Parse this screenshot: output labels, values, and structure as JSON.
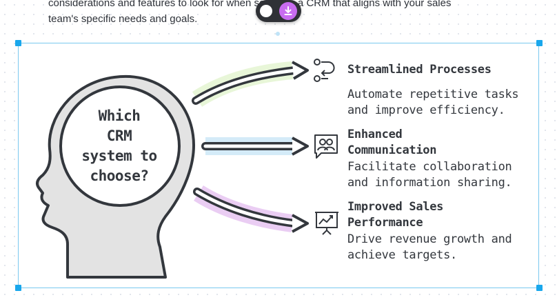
{
  "document": {
    "line1": "considerations and features to look for when selecting a CRM that aligns with your sales",
    "line2": "team's specific needs and goals."
  },
  "toolbar": {
    "toggle_icon": "toggle-knob-icon",
    "download_icon": "download-icon",
    "download_color": "#c86cf0"
  },
  "infographic": {
    "center_question": [
      "Which",
      "CRM",
      "system to",
      "choose?"
    ],
    "items": [
      {
        "title": "Streamlined Processes",
        "title_lines": [
          "Streamlined Processes"
        ],
        "description_lines": [
          "Automate repetitive tasks",
          "and improve efficiency."
        ],
        "icon": "process-flow-icon",
        "arrow_color": "#e6f5d4"
      },
      {
        "title": "Enhanced Communication",
        "title_lines": [
          "Enhanced",
          "Communication"
        ],
        "description_lines": [
          "Facilitate collaboration",
          "and information sharing."
        ],
        "icon": "users-chat-icon",
        "arrow_color": "#cfe9f7"
      },
      {
        "title": "Improved Sales Performance",
        "title_lines": [
          "Improved Sales",
          "Performance"
        ],
        "description_lines": [
          "Drive revenue growth and",
          "achieve targets."
        ],
        "icon": "presentation-chart-icon",
        "arrow_color": "#e8c8f2"
      }
    ]
  },
  "selection": {
    "border_color": "#79c8ef",
    "handle_color": "#19a7ec"
  }
}
